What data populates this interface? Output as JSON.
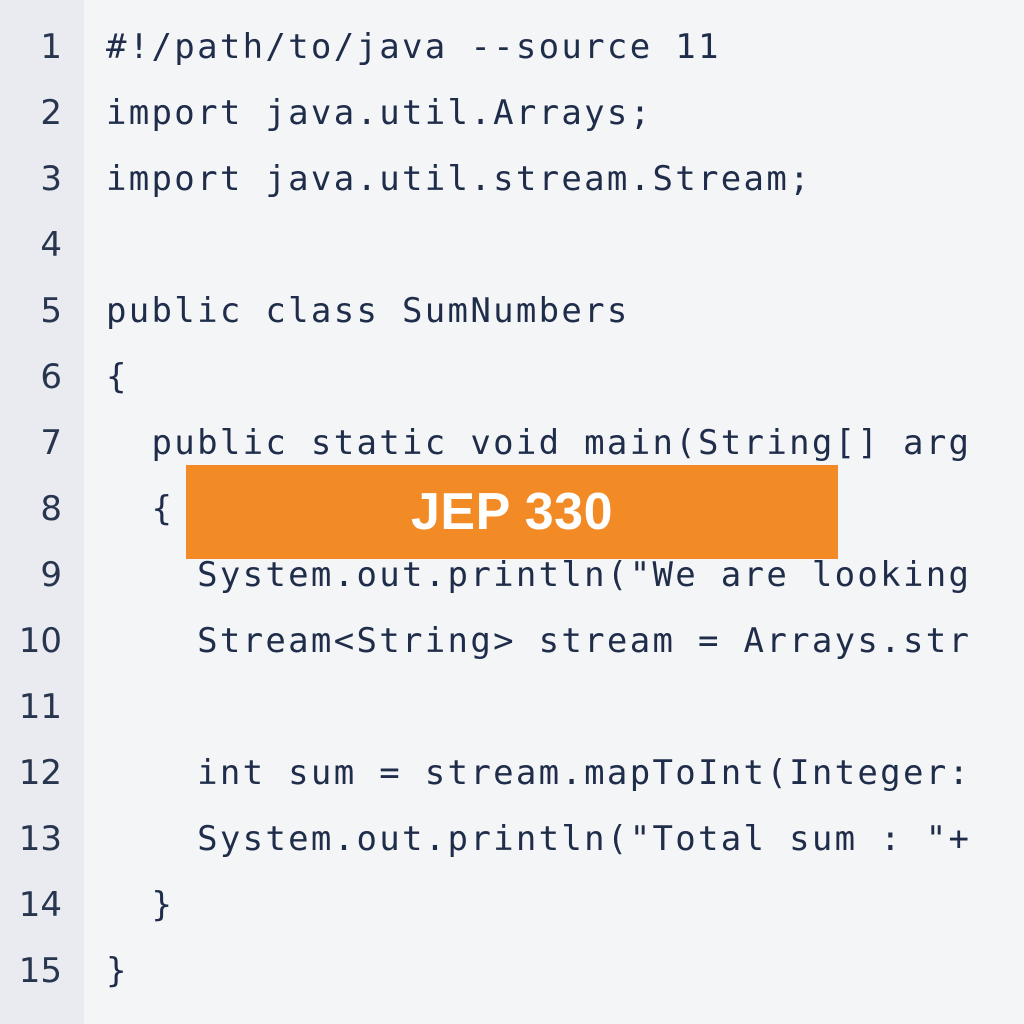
{
  "editor": {
    "lines": [
      {
        "num": "1",
        "text": "#!/path/to/java --source 11"
      },
      {
        "num": "2",
        "text": "import java.util.Arrays;"
      },
      {
        "num": "3",
        "text": "import java.util.stream.Stream;"
      },
      {
        "num": "4",
        "text": ""
      },
      {
        "num": "5",
        "text": "public class SumNumbers"
      },
      {
        "num": "6",
        "text": "{"
      },
      {
        "num": "7",
        "text": "  public static void main(String[] arg"
      },
      {
        "num": "8",
        "text": "  {"
      },
      {
        "num": "9",
        "text": "    System.out.println(\"We are looking"
      },
      {
        "num": "10",
        "text": "    Stream<String> stream = Arrays.str"
      },
      {
        "num": "11",
        "text": ""
      },
      {
        "num": "12",
        "text": "    int sum = stream.mapToInt(Integer:"
      },
      {
        "num": "13",
        "text": "    System.out.println(\"Total sum : \"+"
      },
      {
        "num": "14",
        "text": "  }"
      },
      {
        "num": "15",
        "text": "}"
      }
    ]
  },
  "banner": {
    "text": "JEP 330",
    "color": "#f28a25"
  }
}
